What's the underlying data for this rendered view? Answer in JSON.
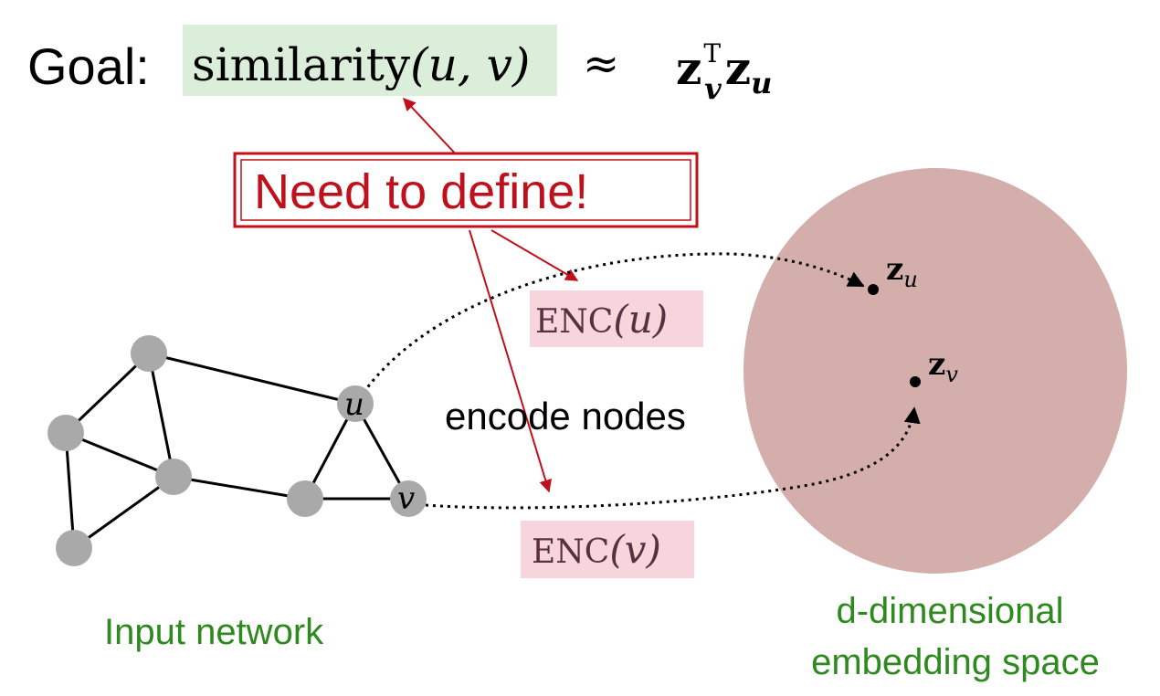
{
  "goal": {
    "label": "Goal:",
    "similarity_func": "similarity",
    "similarity_args": "(u, v)",
    "approx": "≈",
    "z": "z",
    "sup_T": "T",
    "sub_v": "v",
    "sub_u": "u"
  },
  "callout": {
    "text": "Need to define!"
  },
  "encoders": {
    "enc_u_name": "ENC",
    "enc_u_arg": "(u)",
    "enc_v_name": "ENC",
    "enc_v_arg": "(v)"
  },
  "graph": {
    "node_u": "u",
    "node_v": "v",
    "label": "Input network"
  },
  "middle": {
    "encode_label": "encode nodes"
  },
  "embedding": {
    "point_z": "z",
    "point_u_sub": "u",
    "point_v_sub": "v",
    "label_line1": "d-dimensional",
    "label_line2": "embedding space"
  },
  "colors": {
    "green_highlight": "#daeed9",
    "pink_highlight": "#f6d6dc",
    "callout_red": "#c0101c",
    "embedding_fill": "#d4aeaa",
    "node_gray": "#a9a9a9",
    "label_green": "#2e8a1e"
  }
}
